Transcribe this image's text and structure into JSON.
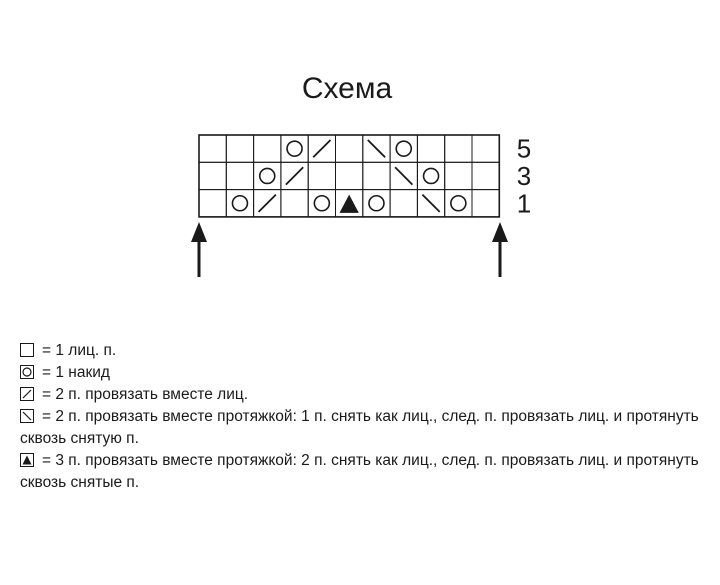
{
  "title": "Схема",
  "row_numbers": [
    "5",
    "3",
    "1"
  ],
  "grid": {
    "columns": 11,
    "rows": [
      [
        "",
        "",
        "",
        "yo",
        "k2tog",
        "",
        "skp",
        "yo",
        "",
        "",
        ""
      ],
      [
        "",
        "",
        "yo",
        "k2tog",
        "",
        "",
        "",
        "skp",
        "yo",
        "",
        ""
      ],
      [
        "",
        "yo",
        "k2tog",
        "",
        "yo",
        "k3tog",
        "yo",
        "",
        "skp",
        "yo",
        ""
      ]
    ]
  },
  "legend": [
    {
      "icon": "empty-square",
      "text": "= 1 лиц. п."
    },
    {
      "icon": "circle-in-square",
      "text": "= 1 накид"
    },
    {
      "icon": "slash-in-square",
      "text": "= 2 п. провязать вместе лиц."
    },
    {
      "icon": "backslash-in-square",
      "text": "= 2 п. провязать вместе протяжкой: 1 п. снять как лиц., след. п. провязать лиц. и протянуть сквозь снятую п."
    },
    {
      "icon": "triangle-in-square",
      "text": "= 3 п. провязать вместе протяжкой: 2 п. снять как лиц., след. п. провязать лиц. и протянуть сквозь снятые п."
    }
  ]
}
